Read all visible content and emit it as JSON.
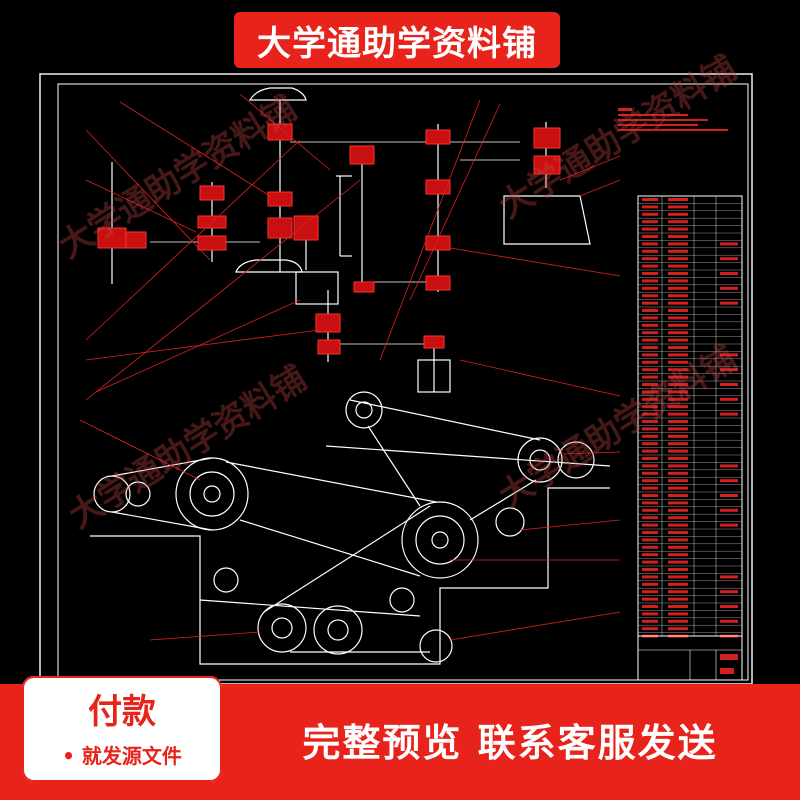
{
  "banner": {
    "title": "大学通助学资料铺"
  },
  "watermark": {
    "text": "大学通助学资料铺"
  },
  "payment": {
    "title": "付款",
    "subtitle": "• 就发源文件"
  },
  "cta": {
    "text": "完整预览  联系客服发送"
  },
  "colors": {
    "accent": "#e8231b",
    "drawing_line": "#ff2020",
    "frame": "#ffffff"
  }
}
